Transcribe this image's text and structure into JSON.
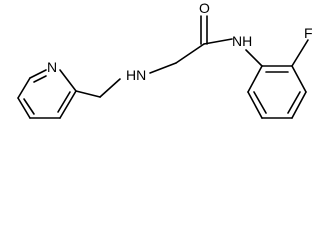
{
  "molecule": {
    "atoms": {
      "oxygen": "O",
      "amide_nh": "NH",
      "amine_nh": "HN",
      "pyridine_n": "N",
      "fluorine": "F"
    }
  },
  "colors": {
    "bond": "#000000",
    "text": "#000000",
    "background": "#ffffff"
  }
}
